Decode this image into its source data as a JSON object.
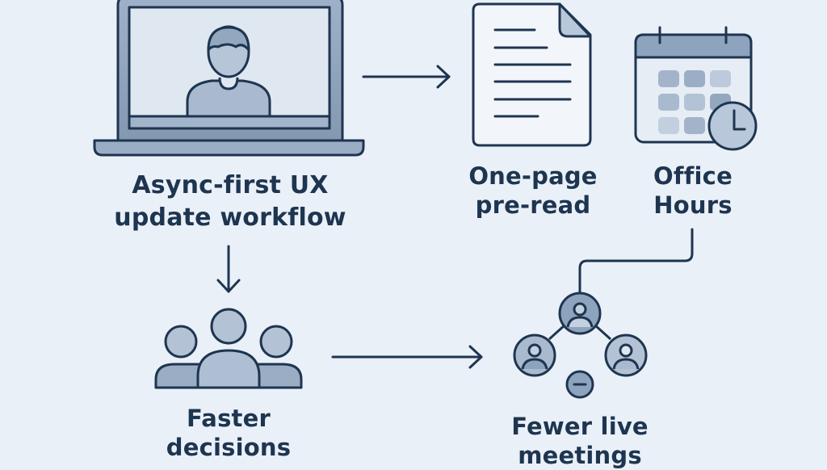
{
  "colors": {
    "background": "#eaf0f8",
    "stroke": "#1e3550",
    "fill_dark": "#8ea3bd",
    "fill_mid": "#a9bacf",
    "fill_light": "#d8e2ee"
  },
  "nodes": {
    "async_workflow": {
      "line1": "Async-first UX",
      "line2": "update workflow",
      "icon": "laptop-video-icon"
    },
    "pre_read": {
      "line1": "One-page",
      "line2": "pre-read",
      "icon": "document-icon"
    },
    "office_hours": {
      "line1": "Office",
      "line2": "Hours",
      "icon": "calendar-clock-icon"
    },
    "faster_decisions": {
      "line1": "Faster",
      "line2": "decisions",
      "icon": "group-icon"
    },
    "fewer_meetings": {
      "line1": "Fewer live",
      "line2": "meetings",
      "icon": "network-people-icon"
    }
  },
  "edges": [
    {
      "from": "async_workflow",
      "to": "pre_read"
    },
    {
      "from": "async_workflow",
      "to": "faster_decisions"
    },
    {
      "from": "faster_decisions",
      "to": "fewer_meetings"
    },
    {
      "from": "office_hours",
      "to": "fewer_meetings"
    }
  ]
}
